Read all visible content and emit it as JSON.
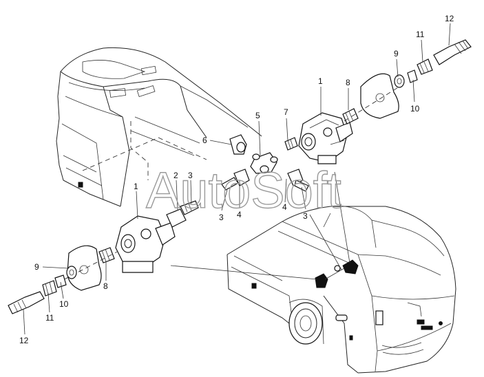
{
  "watermark": "AutoSoft",
  "callouts": {
    "c1_top": "1",
    "c8_top": "8",
    "c9_top": "9",
    "c10_top": "10",
    "c11_top": "11",
    "c12_top": "12",
    "c5": "5",
    "c6": "6",
    "c7": "7",
    "c2": "2",
    "c3_mid": "3",
    "c1_left": "1",
    "c3_lowleft": "3",
    "c4_left": "4",
    "c4_right": "4",
    "c3_right": "3",
    "c9_left": "9",
    "c8_left": "8",
    "c10_left": "10",
    "c11_left": "11",
    "c12_left": "12"
  },
  "icons": {
    "bus_top": "bus-outline-icon",
    "bus_bottom": "bus-outline-icon",
    "valve": "relay-valve-icon",
    "bracket": "mounting-bracket-icon",
    "fitting": "pipe-fitting-icon",
    "hose": "hose-icon"
  }
}
